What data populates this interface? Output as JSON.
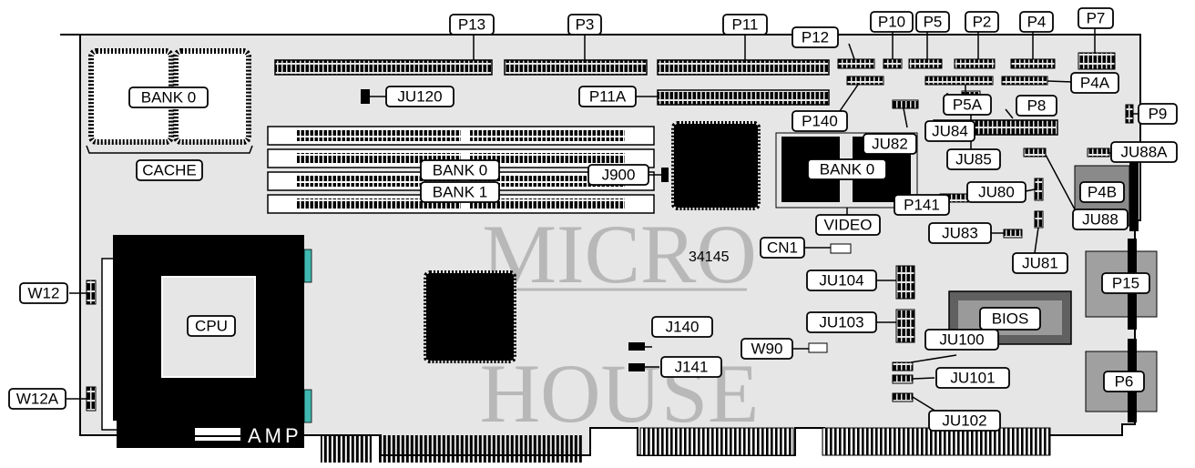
{
  "board": {
    "model_number": "34145",
    "watermark": [
      "MICRO",
      "HOUSE"
    ],
    "amp_label": "AMP",
    "colors": {
      "board": "#e8e8e8",
      "outline": "#000000",
      "label_fill": "#ffffff",
      "accent": "#3fb8b0",
      "watermark": "#b8b8b8",
      "dark_block": "#505050"
    }
  },
  "labels": {
    "P13": "P13",
    "P3": "P3",
    "P11": "P11",
    "P12": "P12",
    "P10": "P10",
    "P5": "P5",
    "P2": "P2",
    "P4": "P4",
    "P7": "P7",
    "P4A": "P4A",
    "P5A": "P5A",
    "P11A": "P11A",
    "JU120": "JU120",
    "BANK0_CACHE": "BANK 0",
    "CACHE": "CACHE",
    "BANK0_SIMM": "BANK 0",
    "BANK1_SIMM": "BANK 1",
    "P140": "P140",
    "JU82": "JU82",
    "JU84": "JU84",
    "P8": "P8",
    "P9": "P9",
    "JU85": "JU85",
    "JU88A": "JU88A",
    "BANK0_VIDEO": "BANK 0",
    "J900": "J900",
    "P141": "P141",
    "JU80": "JU80",
    "P4B": "P4B",
    "VIDEO": "VIDEO",
    "JU88": "JU88",
    "CN1": "CN1",
    "JU83": "JU83",
    "JU81": "JU81",
    "W12": "W12",
    "JU104": "JU104",
    "P15": "P15",
    "CPU": "CPU",
    "J140": "J140",
    "JU103": "JU103",
    "BIOS": "BIOS",
    "W90": "W90",
    "JU100": "JU100",
    "J141": "J141",
    "W12A": "W12A",
    "JU101": "JU101",
    "P6": "P6",
    "JU102": "JU102"
  }
}
